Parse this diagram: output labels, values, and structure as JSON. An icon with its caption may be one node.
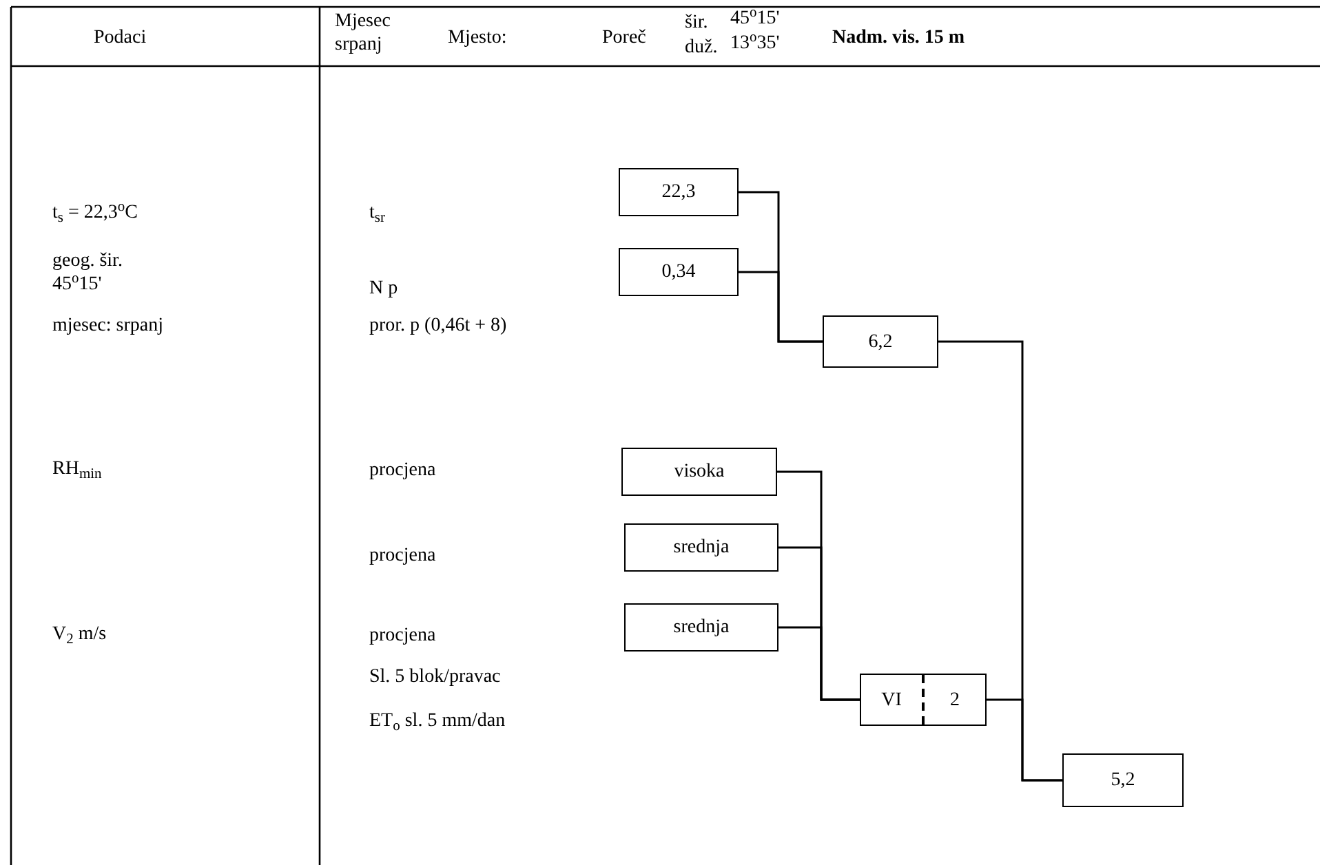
{
  "diagram": {
    "nodes": [
      {
        "text": [
          "22,3"
        ]
      },
      {
        "text": [
          "0,34"
        ]
      },
      {
        "text": [
          "6,2"
        ]
      },
      {
        "text": [
          "visoka"
        ]
      },
      {
        "text": [
          "srednja"
        ]
      },
      {
        "text": [
          "srednja"
        ]
      },
      {
        "text": [
          "VI",
          "2"
        ]
      },
      {
        "text": [
          "5,2"
        ]
      }
    ],
    "edges": [
      {
        "from": 0,
        "to": 2,
        "arrow": "none"
      },
      {
        "from": 1,
        "to": 2,
        "arrow": "none"
      },
      {
        "from": 3,
        "to": 6,
        "arrow": "none"
      },
      {
        "from": 4,
        "to": 6,
        "arrow": "none"
      },
      {
        "from": 5,
        "to": 6,
        "arrow": "none"
      },
      {
        "from": 2,
        "to": 7,
        "arrow": "none"
      },
      {
        "from": 6,
        "to": 7,
        "arrow": "none"
      }
    ],
    "labels": [
      "Podaci",
      "Mjesec srpanj",
      "Mjesto:",
      "Poreč",
      "šir.",
      "45$^{o}$15'",
      "duž.",
      "13$^{o}$35'",
      "Nadm. vis. 15 m",
      "t$_{s}$ = 22,3$^{o}$C",
      "t$_{sr}$",
      "geog. šir. 45$^{o}$15'",
      "N p",
      "mjesec: srpanj",
      "pror. p (0,46t + 8)",
      "RH$_{min}$",
      "procjena",
      "procjena",
      "V$_{2}$ m/s",
      "procjena",
      "Sl. 5 blok/pravac",
      "ET$_{o}$ sl. 5 mm/dan"
    ]
  }
}
